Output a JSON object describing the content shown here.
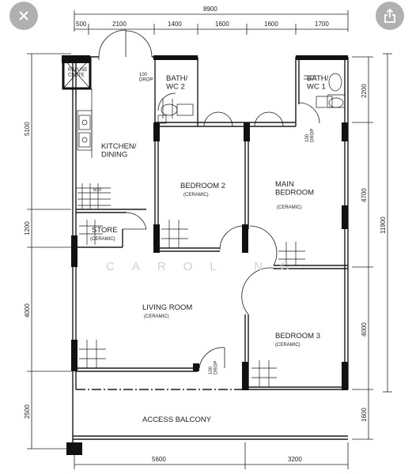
{
  "ui": {
    "close_icon": "close-icon",
    "share_icon": "share-icon",
    "button_bg": "#9a9a9a"
  },
  "plan": {
    "dims": {
      "top_total": "8900",
      "top_segments": [
        "500",
        "2100",
        "1400",
        "1600",
        "1600",
        "1700"
      ],
      "left_segments": [
        "5100",
        "1200",
        "4000",
        "2500"
      ],
      "right_segments": [
        "2200",
        "4700",
        "4000",
        "1600"
      ],
      "right_total": "11900",
      "bottom_segments": [
        "5600",
        "3200"
      ]
    },
    "rooms": {
      "refuse_chute": "REFUSE\nCHUTE",
      "bath2": "BATH/\nWC 2",
      "bath1": "BATH/\nWC 1",
      "kitchen": "KITCHEN/\nDINING",
      "bedroom2": "BEDROOM 2",
      "bedroom2_finish": "(CERAMIC)",
      "main_bedroom": "MAIN\nBEDROOM",
      "main_bedroom_finish": "(CERAMIC)",
      "store": "STORE",
      "store_finish": "(CERAMIC)",
      "living": "LIVING ROOM",
      "living_finish": "(CERAMIC)",
      "bedroom3": "BEDROOM 3",
      "bedroom3_finish": "(CERAMIC)",
      "balcony": "ACCESS BALCONY"
    },
    "notes": {
      "drop_kitchen": "100\nDROP",
      "drop_bath1": "100\nDROP",
      "drop_living": "100\nDROP",
      "kitchen_counter": "600"
    },
    "watermark": "CAROL NG"
  }
}
